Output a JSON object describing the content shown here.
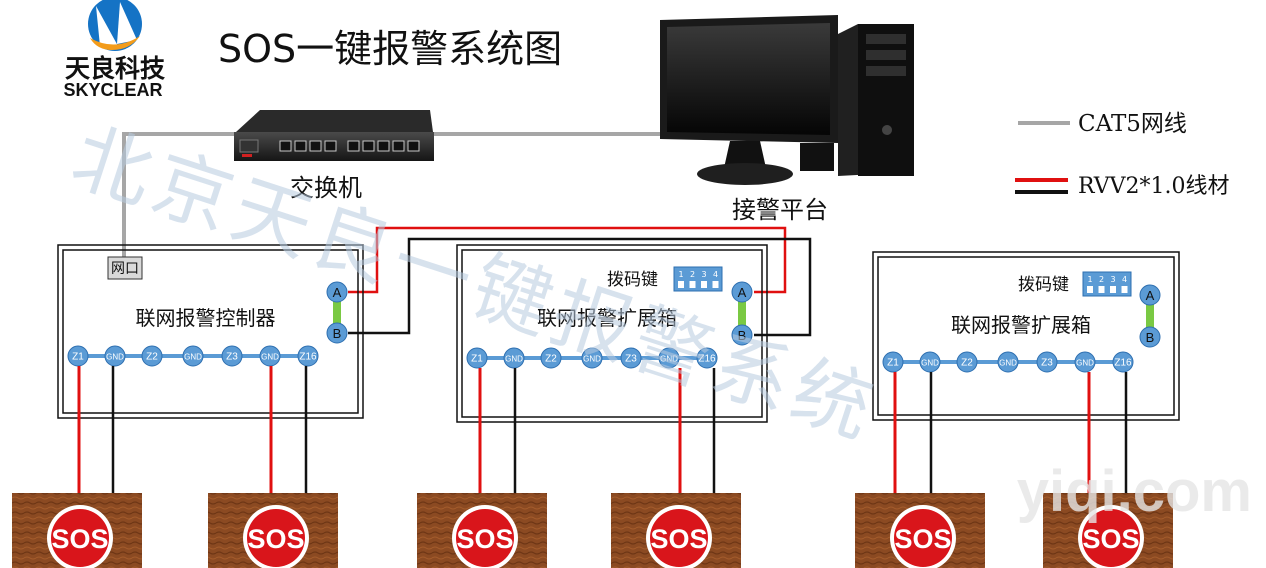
{
  "logo": {
    "cn": "天良科技",
    "en": "SKYCLEAR"
  },
  "title": "SOS一键报警系统图",
  "legend": {
    "cat5": "CAT5网线",
    "rvv": "RVV2*1.0线材"
  },
  "switch_label": "交换机",
  "platform_label": "接警平台",
  "watermark": "北京天良一键报警系统",
  "watermark_site": "yiqi.com",
  "controller": {
    "title": "联网报警控制器",
    "net_port": "网口",
    "terminal_a": "A",
    "terminal_b": "B",
    "terminals": [
      "Z1",
      "GND",
      "Z2",
      "GND",
      "Z3",
      "GND",
      "Z16"
    ]
  },
  "expanders": [
    {
      "title": "联网报警扩展箱",
      "dip_label": "拨码键",
      "dip_numbers": [
        "1",
        "2",
        "3",
        "4"
      ],
      "terminal_a": "A",
      "terminal_b": "B",
      "terminals": [
        "Z1",
        "GND",
        "Z2",
        "GND",
        "Z3",
        "GND",
        "Z16"
      ]
    },
    {
      "title": "联网报警扩展箱",
      "dip_label": "拨码键",
      "dip_numbers": [
        "1",
        "2",
        "3",
        "4"
      ],
      "terminal_a": "A",
      "terminal_b": "B",
      "terminals": [
        "Z1",
        "GND",
        "Z2",
        "GND",
        "Z3",
        "GND",
        "Z16"
      ]
    }
  ],
  "sos_buttons": [
    "SOS",
    "SOS",
    "SOS",
    "SOS",
    "SOS",
    "SOS"
  ],
  "colors": {
    "cat5": "#a6a6a6",
    "rvv_red": "#e01010",
    "rvv_black": "#111111",
    "terminal": "#5b9bd5",
    "sos_red": "#d9151b",
    "wood": "#8b4a22",
    "title_blue": "#1c74c4"
  }
}
